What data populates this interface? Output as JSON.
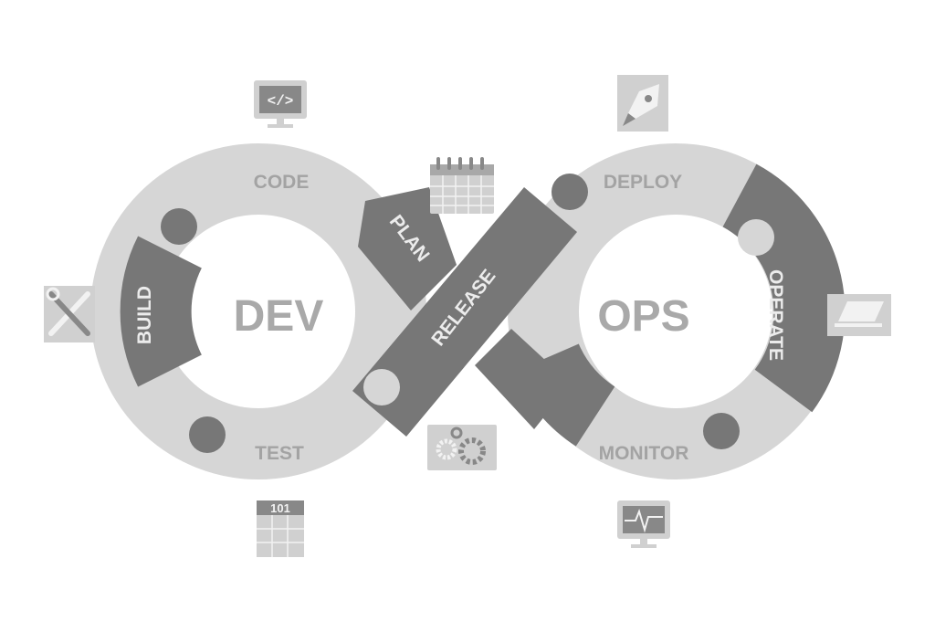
{
  "diagram": {
    "center_labels": {
      "left": "DEV",
      "right": "OPS"
    },
    "stages": {
      "code": "CODE",
      "plan": "PLAN",
      "build": "BUILD",
      "test": "TEST",
      "release": "RELEASE",
      "deploy": "DEPLOY",
      "operate": "OPERATE",
      "monitor": "MONITOR"
    },
    "icons": {
      "code": {
        "name": "code-monitor-icon",
        "text": "</>"
      },
      "plan": {
        "name": "calendar-icon"
      },
      "build": {
        "name": "tools-icon"
      },
      "test": {
        "name": "binary-grid-icon",
        "text": "101"
      },
      "release": {
        "name": "gears-icon"
      },
      "deploy": {
        "name": "rocket-icon"
      },
      "operate": {
        "name": "laptop-icon"
      },
      "monitor": {
        "name": "pulse-monitor-icon"
      }
    },
    "colors": {
      "light_segment": "#d6d6d6",
      "dark_segment": "#777777",
      "light_text": "#a3a3a3",
      "dark_text": "#ececec",
      "center_text": "#a9a9a9",
      "icon_bg": "#d0d0d0",
      "icon_fg": "#f2f2f2",
      "icon_dark": "#888888"
    }
  }
}
